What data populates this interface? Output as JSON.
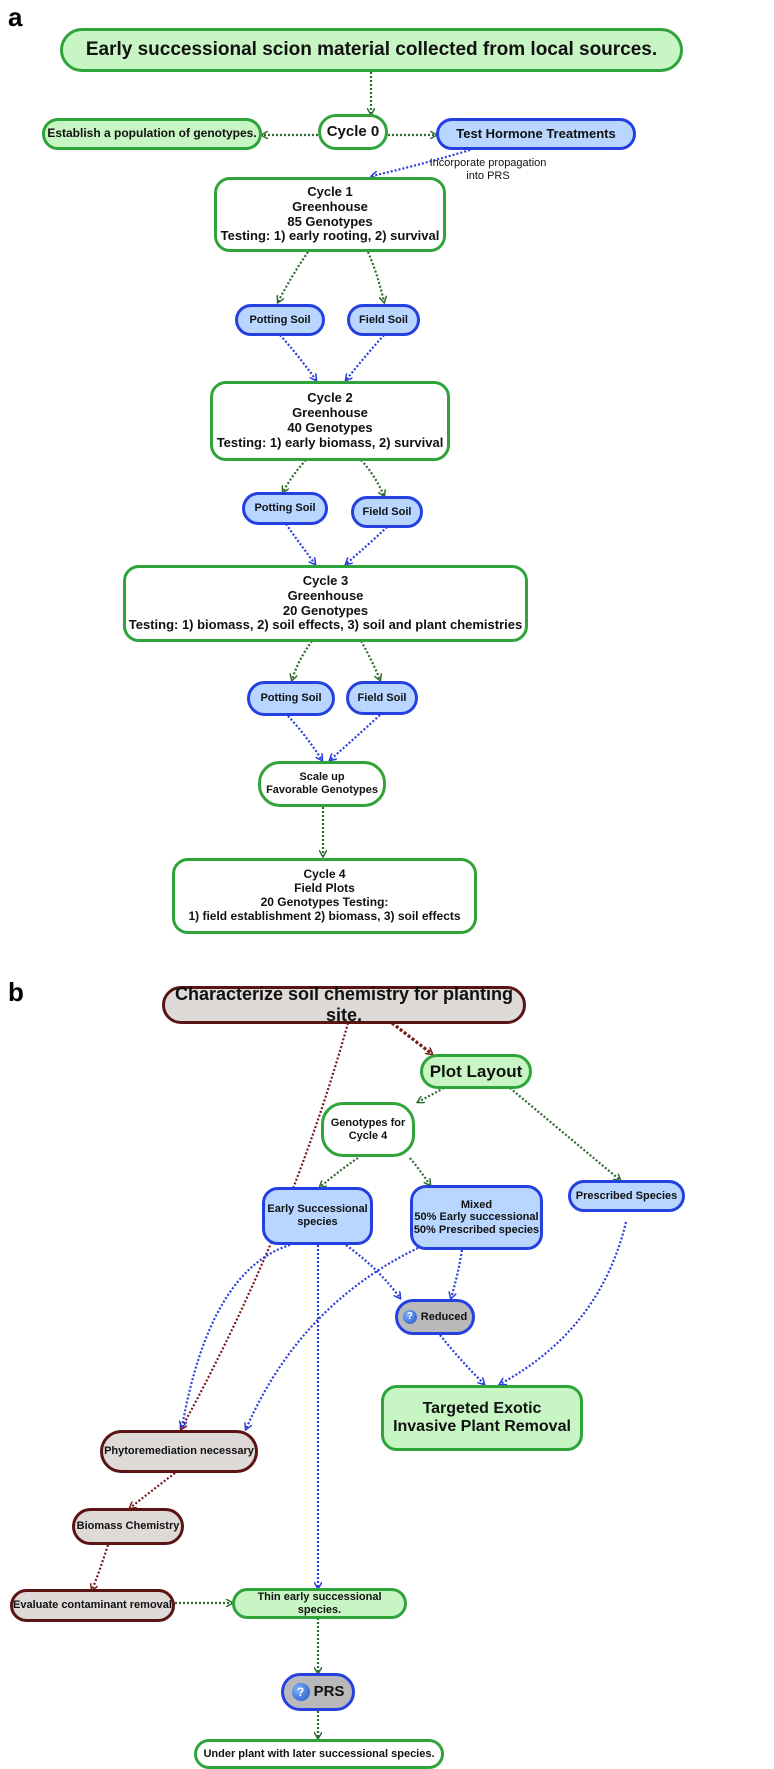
{
  "panel_a": {
    "label": "a",
    "collect": "Early successional  scion material collected from local sources.",
    "establish": "Establish a population of genotypes.",
    "cycle0": "Cycle 0",
    "hormone": "Test Hormone Treatments",
    "incorporate_note": "Incorporate propagation\ninto PRS",
    "cycle1": "Cycle 1\nGreenhouse\n85 Genotypes\nTesting: 1) early rooting, 2) survival",
    "c1_potting": "Potting Soil",
    "c1_field": "Field Soil",
    "cycle2": "Cycle 2\nGreenhouse\n40 Genotypes\nTesting: 1) early biomass, 2) survival",
    "c2_potting": "Potting Soil",
    "c2_field": "Field Soil",
    "cycle3": "Cycle 3\nGreenhouse\n20 Genotypes\nTesting: 1) biomass, 2) soil effects, 3) soil and plant chemistries",
    "c3_potting": "Potting Soil",
    "c3_field": "Field Soil",
    "scale_up": "Scale up\nFavorable Genotypes",
    "cycle4": "Cycle 4\nField Plots\n20 Genotypes Testing:\n1) field establishment 2) biomass, 3) soil effects"
  },
  "panel_b": {
    "label": "b",
    "characterize": "Characterize soil chemistry for planting site.",
    "plot_layout": "Plot Layout",
    "genotypes_c4": "Genotypes for\nCycle 4",
    "early_species": "Early Successional\nspecies",
    "mixed": "Mixed\n50% Early successional\n50% Prescribed species",
    "prescribed": "Prescribed Species",
    "reduced": "Reduced",
    "phyto": "Phytoremediation necessary",
    "targeted": "Targeted Exotic\nInvasive Plant Removal",
    "biomass_chem": "Biomass Chemistry",
    "evaluate": "Evaluate contaminant removal",
    "thin": "Thin early successional species.",
    "prs": "PRS",
    "under_plant": "Under plant with later successional species."
  },
  "colors": {
    "green_border": "#2fa43a",
    "green_fill": "#c8f5c4",
    "blue_border": "#2440e0",
    "blue_fill": "#b8d6ff",
    "brown_border": "#5a1414",
    "brown_fill": "#dedad8",
    "green_arrow": "#2e6b2e",
    "blue_arrow": "#2a3ee0",
    "brown_arrow": "#7a1818"
  },
  "icons": {
    "help": "help-icon"
  }
}
